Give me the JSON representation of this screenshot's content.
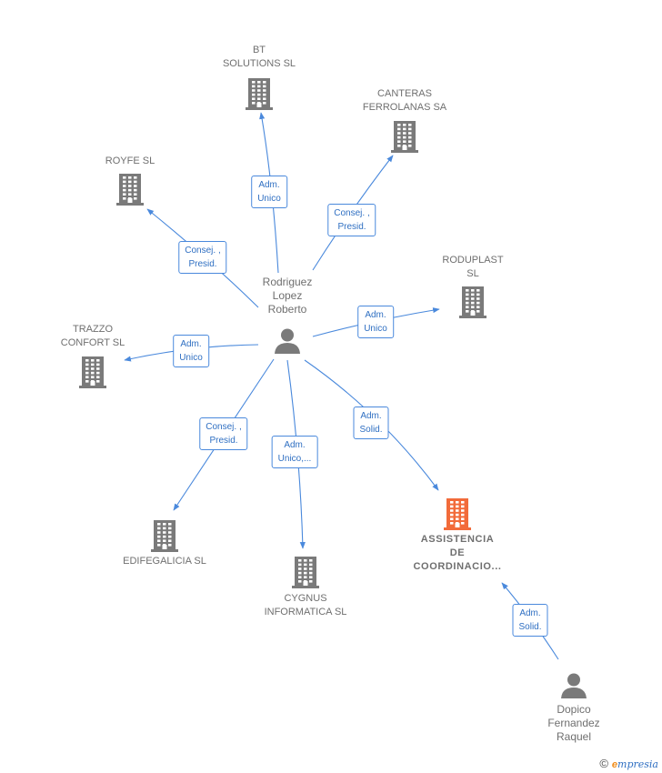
{
  "nodes": [
    {
      "id": "bt",
      "kind": "company",
      "lines": [
        "BT",
        "SOLUTIONS SL"
      ],
      "highlight": false
    },
    {
      "id": "canteras",
      "kind": "company",
      "lines": [
        "CANTERAS",
        "FERROLANAS SA"
      ],
      "highlight": false
    },
    {
      "id": "royfe",
      "kind": "company",
      "lines": [
        "ROYFE SL"
      ],
      "highlight": false
    },
    {
      "id": "roduplast",
      "kind": "company",
      "lines": [
        "RODUPLAST",
        "SL"
      ],
      "highlight": false
    },
    {
      "id": "trazzo",
      "kind": "company",
      "lines": [
        "TRAZZO",
        "CONFORT SL"
      ],
      "highlight": false
    },
    {
      "id": "edifegalicia",
      "kind": "company",
      "lines": [
        "EDIFEGALICIA SL"
      ],
      "highlight": false
    },
    {
      "id": "cygnus",
      "kind": "company",
      "lines": [
        "CYGNUS",
        "INFORMATICA SL"
      ],
      "highlight": false
    },
    {
      "id": "asistencia",
      "kind": "company",
      "lines": [
        "ASSISTENCIA",
        "DE",
        "COORDINACIO..."
      ],
      "highlight": true
    },
    {
      "id": "rodriguez",
      "kind": "person",
      "lines": [
        "Rodriguez",
        "Lopez",
        "Roberto"
      ],
      "highlight": false
    },
    {
      "id": "dopico",
      "kind": "person",
      "lines": [
        "Dopico",
        "Fernandez",
        "Raquel"
      ],
      "highlight": false
    }
  ],
  "edges": [
    {
      "id": "e-bt",
      "from": "rodriguez",
      "to": "bt",
      "lines": [
        "Adm.",
        "Unico"
      ]
    },
    {
      "id": "e-canteras",
      "from": "rodriguez",
      "to": "canteras",
      "lines": [
        "Consej. ,",
        "Presid."
      ]
    },
    {
      "id": "e-royfe",
      "from": "rodriguez",
      "to": "royfe",
      "lines": [
        "Consej. ,",
        "Presid."
      ]
    },
    {
      "id": "e-roduplast",
      "from": "rodriguez",
      "to": "roduplast",
      "lines": [
        "Adm.",
        "Unico"
      ]
    },
    {
      "id": "e-trazzo",
      "from": "rodriguez",
      "to": "trazzo",
      "lines": [
        "Adm.",
        "Unico"
      ]
    },
    {
      "id": "e-edifegalicia",
      "from": "rodriguez",
      "to": "edifegalicia",
      "lines": [
        "Consej. ,",
        "Presid."
      ]
    },
    {
      "id": "e-cygnus",
      "from": "rodriguez",
      "to": "cygnus",
      "lines": [
        "Adm.",
        "Unico,..."
      ]
    },
    {
      "id": "e-asistencia-1",
      "from": "rodriguez",
      "to": "asistencia",
      "lines": [
        "Adm.",
        "Solid."
      ]
    },
    {
      "id": "e-asistencia-2",
      "from": "dopico",
      "to": "asistencia",
      "lines": [
        "Adm.",
        "Solid."
      ]
    }
  ],
  "colors": {
    "company": "#7a7a7a",
    "highlight": "#f26b3a",
    "person": "#7a7a7a",
    "edge": "#4a89dc"
  },
  "footer": {
    "copyright": "©",
    "brand_initial": "e",
    "brand_rest": "mpresia"
  }
}
